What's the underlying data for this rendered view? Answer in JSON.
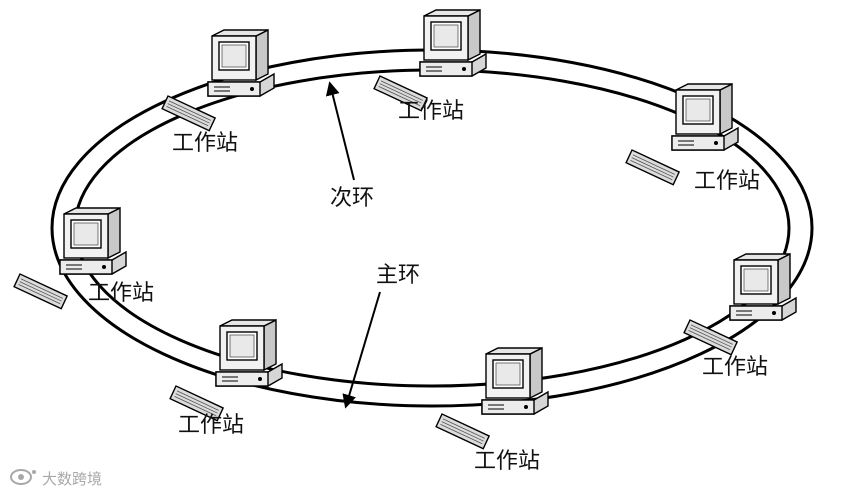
{
  "rings": {
    "secondary_label": "次环",
    "primary_label": "主环"
  },
  "workstations": [
    {
      "label": "工作站"
    },
    {
      "label": "工作站"
    },
    {
      "label": "工作站"
    },
    {
      "label": "工作站"
    },
    {
      "label": "工作站"
    },
    {
      "label": "工作站"
    },
    {
      "label": "工作站"
    }
  ],
  "watermark": {
    "text": "大数跨境"
  },
  "icons": {
    "workstation": "desktop-computer-icon",
    "watermark": "eye-logo-icon"
  }
}
